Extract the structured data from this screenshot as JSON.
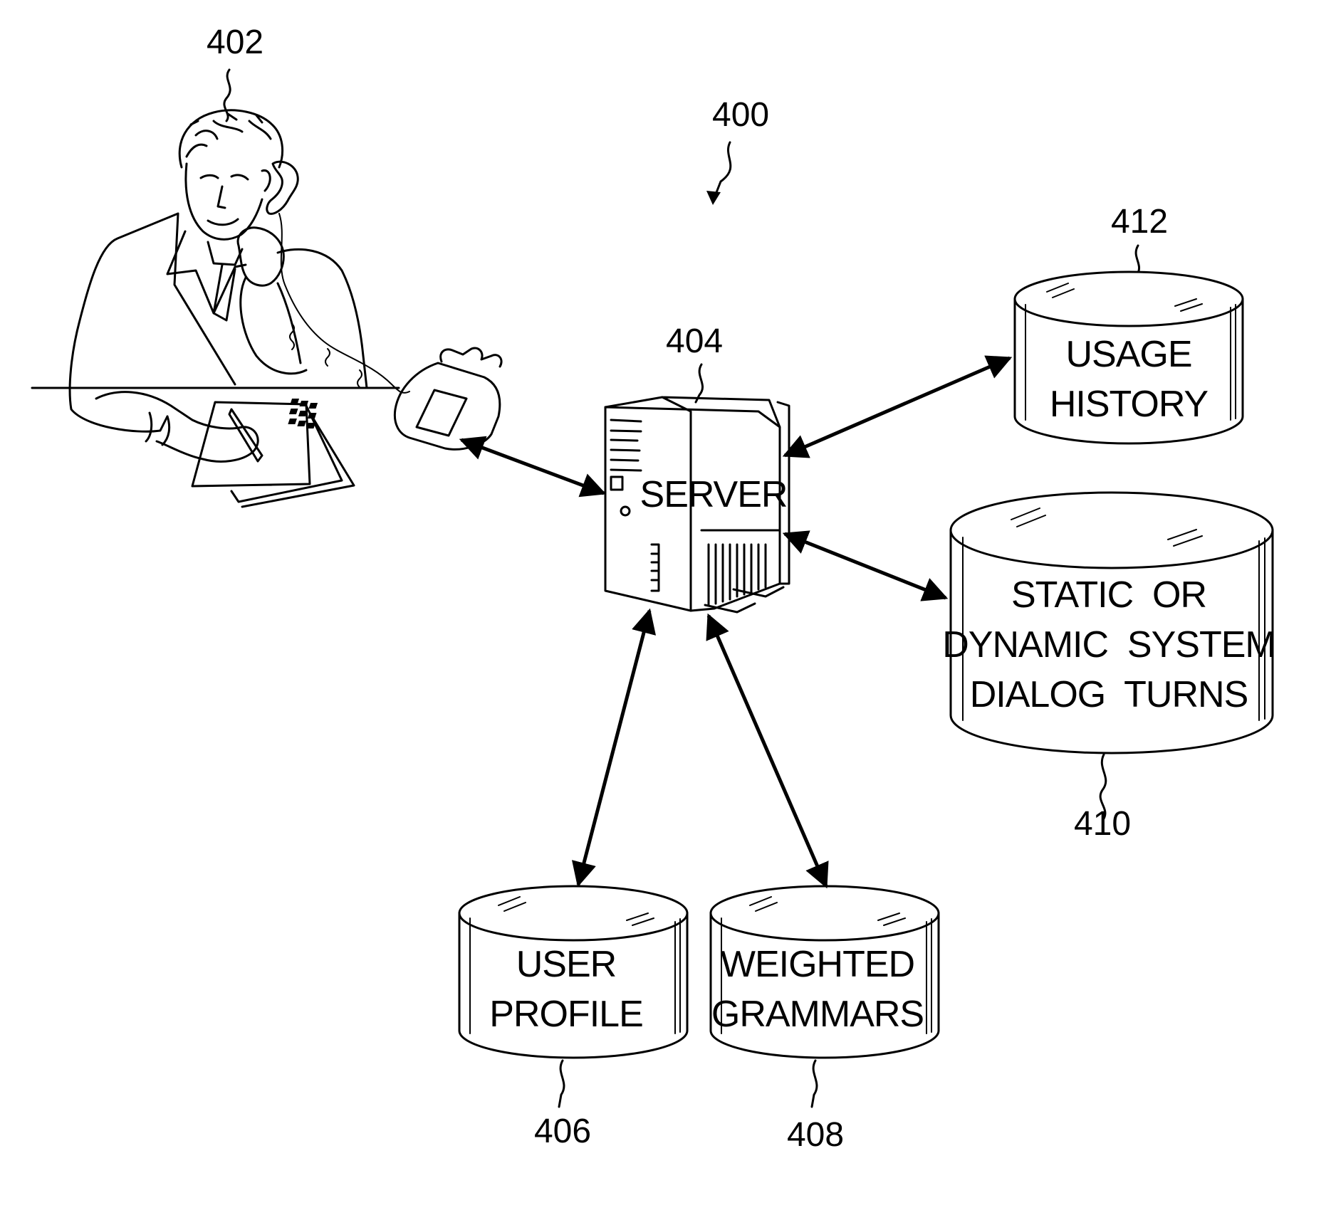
{
  "figure": {
    "ref": "400"
  },
  "user": {
    "ref": "402"
  },
  "server": {
    "ref": "404",
    "label": "SERVER"
  },
  "databases": {
    "usage_history": {
      "ref": "412",
      "lines": [
        "USAGE",
        "HISTORY"
      ]
    },
    "dialog_turns": {
      "ref": "410",
      "lines": [
        "STATIC  OR",
        "DYNAMIC  SYSTEM",
        "DIALOG  TURNS"
      ]
    },
    "user_profile": {
      "ref": "406",
      "lines": [
        "USER",
        "PROFILE"
      ]
    },
    "weighted_grammars": {
      "ref": "408",
      "lines": [
        "WEIGHTED",
        "GRAMMARS"
      ]
    }
  }
}
